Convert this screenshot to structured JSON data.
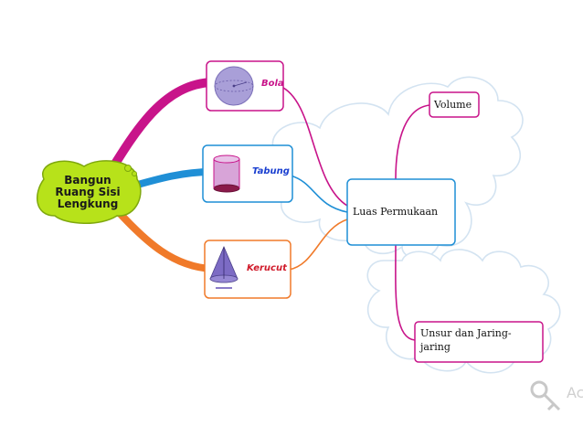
{
  "central": {
    "label": "Bangun\nRuang Sisi\nLengkung"
  },
  "shapes": [
    {
      "label": "Bola",
      "icon": "sphere-icon",
      "color": "#c8148a"
    },
    {
      "label": "Tabung",
      "icon": "cylinder-icon",
      "color": "#1a6fd0"
    },
    {
      "label": "Kerucut",
      "icon": "cone-icon",
      "color": "#e8641e"
    }
  ],
  "hub": {
    "label": "Luas Permukaan"
  },
  "branches": [
    {
      "label": "Volume"
    },
    {
      "label": "Unsur dan Jaring-\njaring"
    }
  ],
  "watermark": {
    "text": "Ac"
  },
  "colors": {
    "magenta": "#c8148a",
    "blue": "#1f8fd6",
    "orange": "#f07a2a",
    "lime": "#b7e21a",
    "cloud": "#d8e6f2"
  }
}
